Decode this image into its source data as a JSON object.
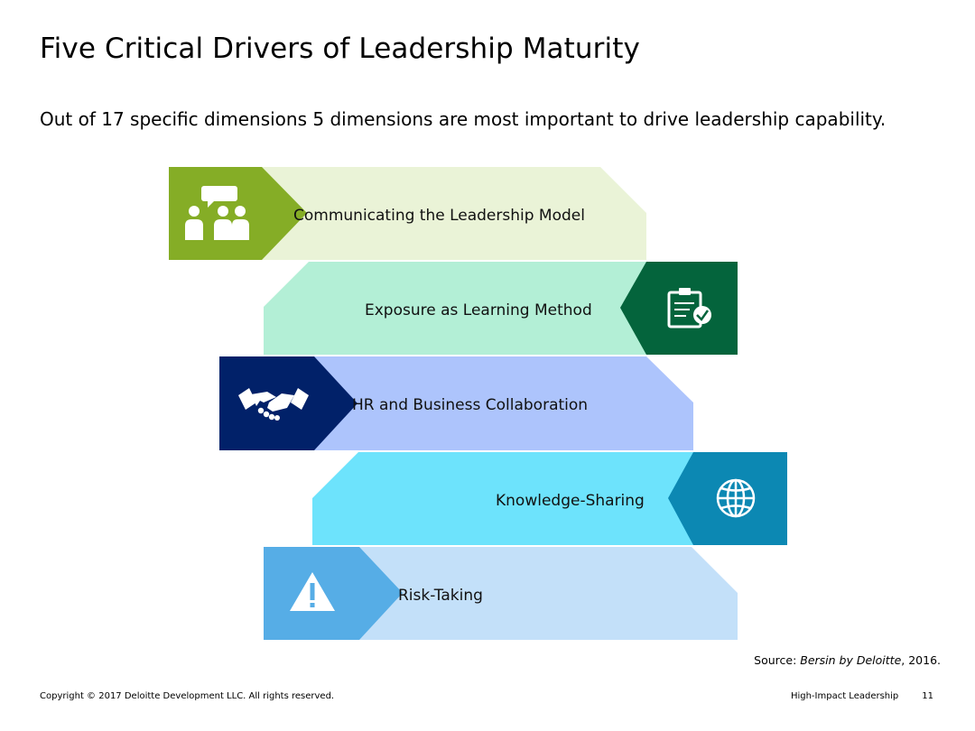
{
  "slide": {
    "title": "Five Critical Drivers of Leadership Maturity",
    "subtitle": "Out of 17 specific dimensions 5 dimensions are most important to drive leadership capability."
  },
  "drivers": [
    {
      "label": "Communicating the Leadership Model",
      "icon": "people-chat-icon",
      "icon_color": "#85ad26",
      "band_color": "#eaf3d7"
    },
    {
      "label": "Exposure as Learning Method",
      "icon": "clipboard-check-icon",
      "icon_color": "#04643c",
      "band_color": "#b3efd6"
    },
    {
      "label": "HR and Business Collaboration",
      "icon": "handshake-icon",
      "icon_color": "#012169",
      "band_color": "#adc4fc"
    },
    {
      "label": "Knowledge-Sharing",
      "icon": "globe-icon",
      "icon_color": "#0c88b3",
      "band_color": "#6de3fc"
    },
    {
      "label": "Risk-Taking",
      "icon": "warning-icon",
      "icon_color": "#56ade6",
      "band_color": "#c3e0f9"
    }
  ],
  "source": {
    "prefix": "Source: ",
    "citation": "Bersin by Deloitte",
    "year": ", 2016."
  },
  "footer": {
    "copyright": "Copyright © 2017 Deloitte Development LLC. All rights reserved.",
    "deck_name": "High-Impact Leadership",
    "page_number": "11"
  }
}
